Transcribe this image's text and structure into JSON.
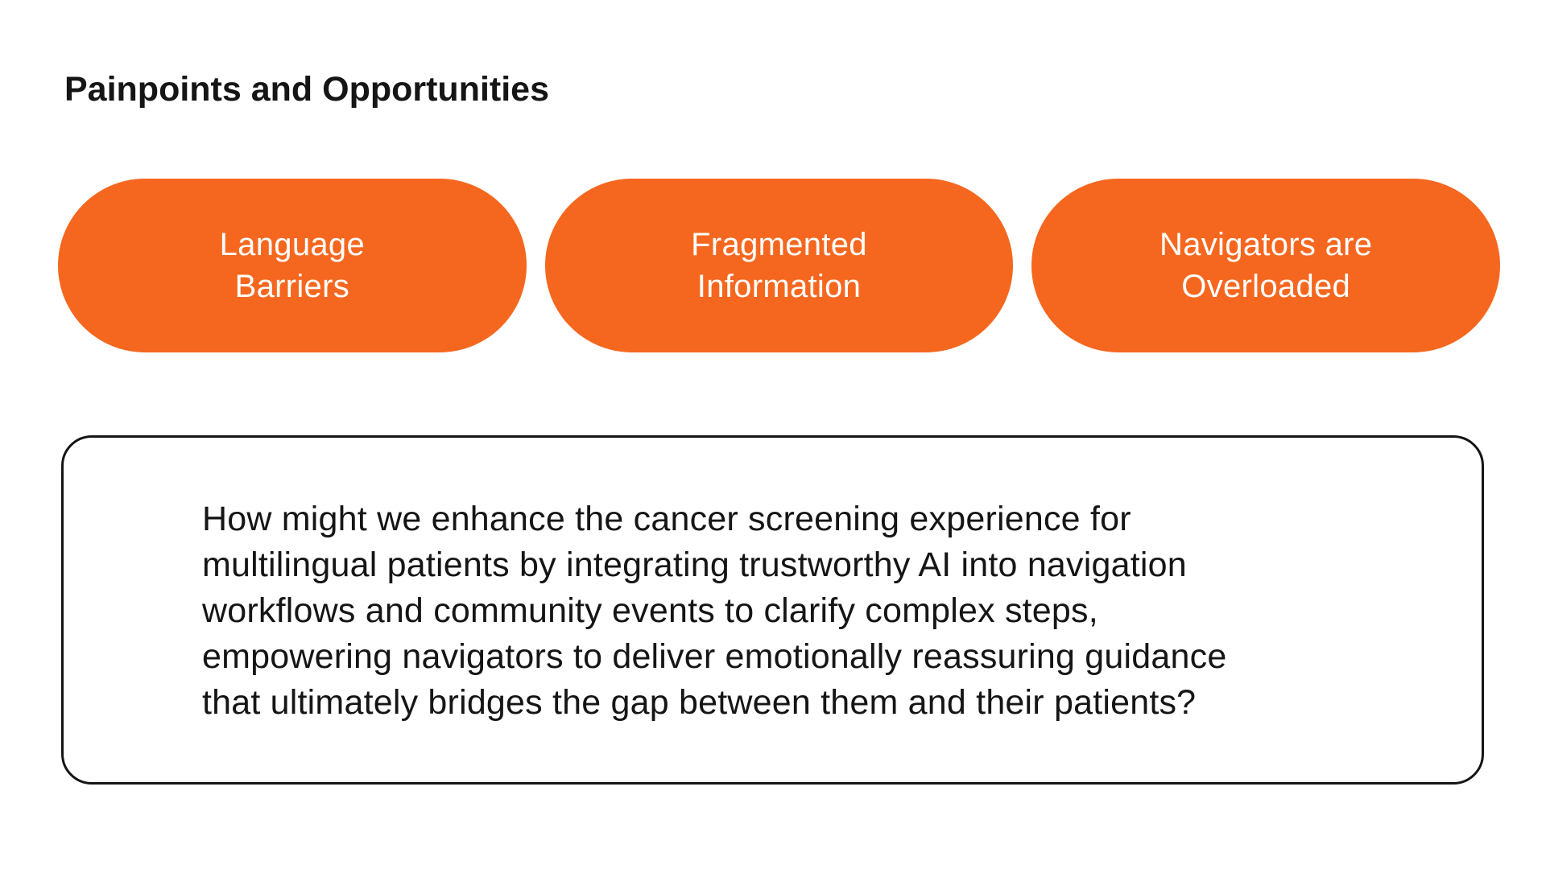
{
  "title": "Painpoints and Opportunities",
  "colors": {
    "background": "#FFFFFF",
    "pill_orange": "#F5671F",
    "pill_text": "#FFFFFF",
    "text_dark": "#151515",
    "box_border": "#151515"
  },
  "painpoints": [
    {
      "label": "Language Barriers",
      "line1": "Language",
      "line2": "Barriers"
    },
    {
      "label": "Fragmented Information",
      "line1": "Fragmented",
      "line2": "Information"
    },
    {
      "label": "Navigators are Overloaded",
      "line1": "Navigators are",
      "line2": "Overloaded"
    }
  ],
  "hmw_statement": {
    "full_text": "How might we enhance the cancer screening experience for multilingual patients by integrating trustworthy AI into navigation workflows and community events to clarify complex steps, empowering navigators to deliver emotionally reassuring guidance that ultimately bridges the gap between them and their patients?",
    "lines": [
      "How might we enhance the cancer screening experience for",
      "multilingual patients by integrating trustworthy AI into navigation",
      "workflows and community events to clarify complex steps,",
      "empowering navigators to deliver emotionally reassuring guidance",
      "that ultimately bridges the gap between them and their patients?"
    ]
  }
}
